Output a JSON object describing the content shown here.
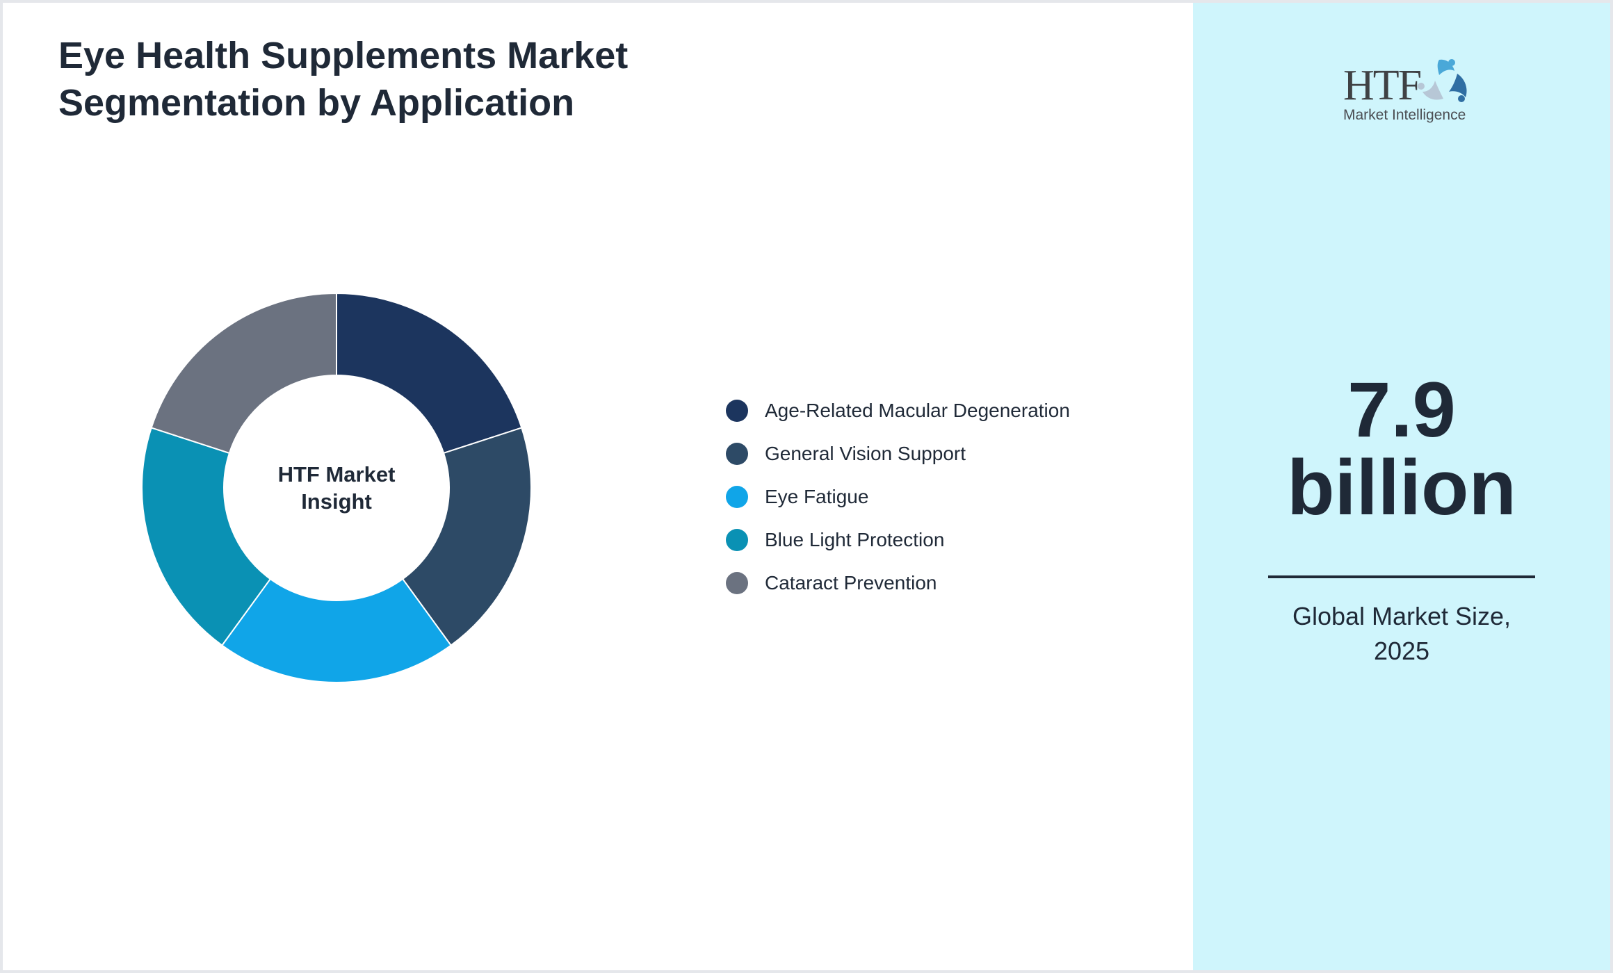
{
  "header": {
    "title_line1": "Eye Health Supplements Market",
    "title_line2": "Segmentation by Application"
  },
  "donut": {
    "center_line1": "HTF Market",
    "center_line2": "Insight"
  },
  "legend": {
    "items": [
      {
        "label": "Age-Related Macular Degeneration",
        "color": "#1c355e"
      },
      {
        "label": "General Vision Support",
        "color": "#2d4a66"
      },
      {
        "label": "Eye Fatigue",
        "color": "#10a5e8"
      },
      {
        "label": "Blue Light Protection",
        "color": "#0a91b4"
      },
      {
        "label": "Cataract Prevention",
        "color": "#6b7280"
      }
    ]
  },
  "panel": {
    "logo_main": "HTF",
    "logo_sub": "Market Intelligence",
    "value_line1": "7.9",
    "value_line2": "billion",
    "caption_line1": "Global Market Size,",
    "caption_line2": "2025",
    "background": "#cff5fc"
  },
  "chart_data": {
    "type": "pie",
    "variant": "donut",
    "title": "Eye Health Supplements Market Segmentation by Application",
    "center_text": "HTF Market Insight",
    "categories": [
      "Age-Related Macular Degeneration",
      "General Vision Support",
      "Eye Fatigue",
      "Blue Light Protection",
      "Cataract Prevention"
    ],
    "values": [
      20,
      20,
      20,
      20,
      20
    ],
    "values_note": "Approximate: the slices look equal (~72° each) but exact values are not labeled in the chart",
    "colors": [
      "#1c355e",
      "#2d4a66",
      "#10a5e8",
      "#0a91b4",
      "#6b7280"
    ],
    "start_angle_deg": 0,
    "direction": "clockwise",
    "legend_position": "right"
  }
}
